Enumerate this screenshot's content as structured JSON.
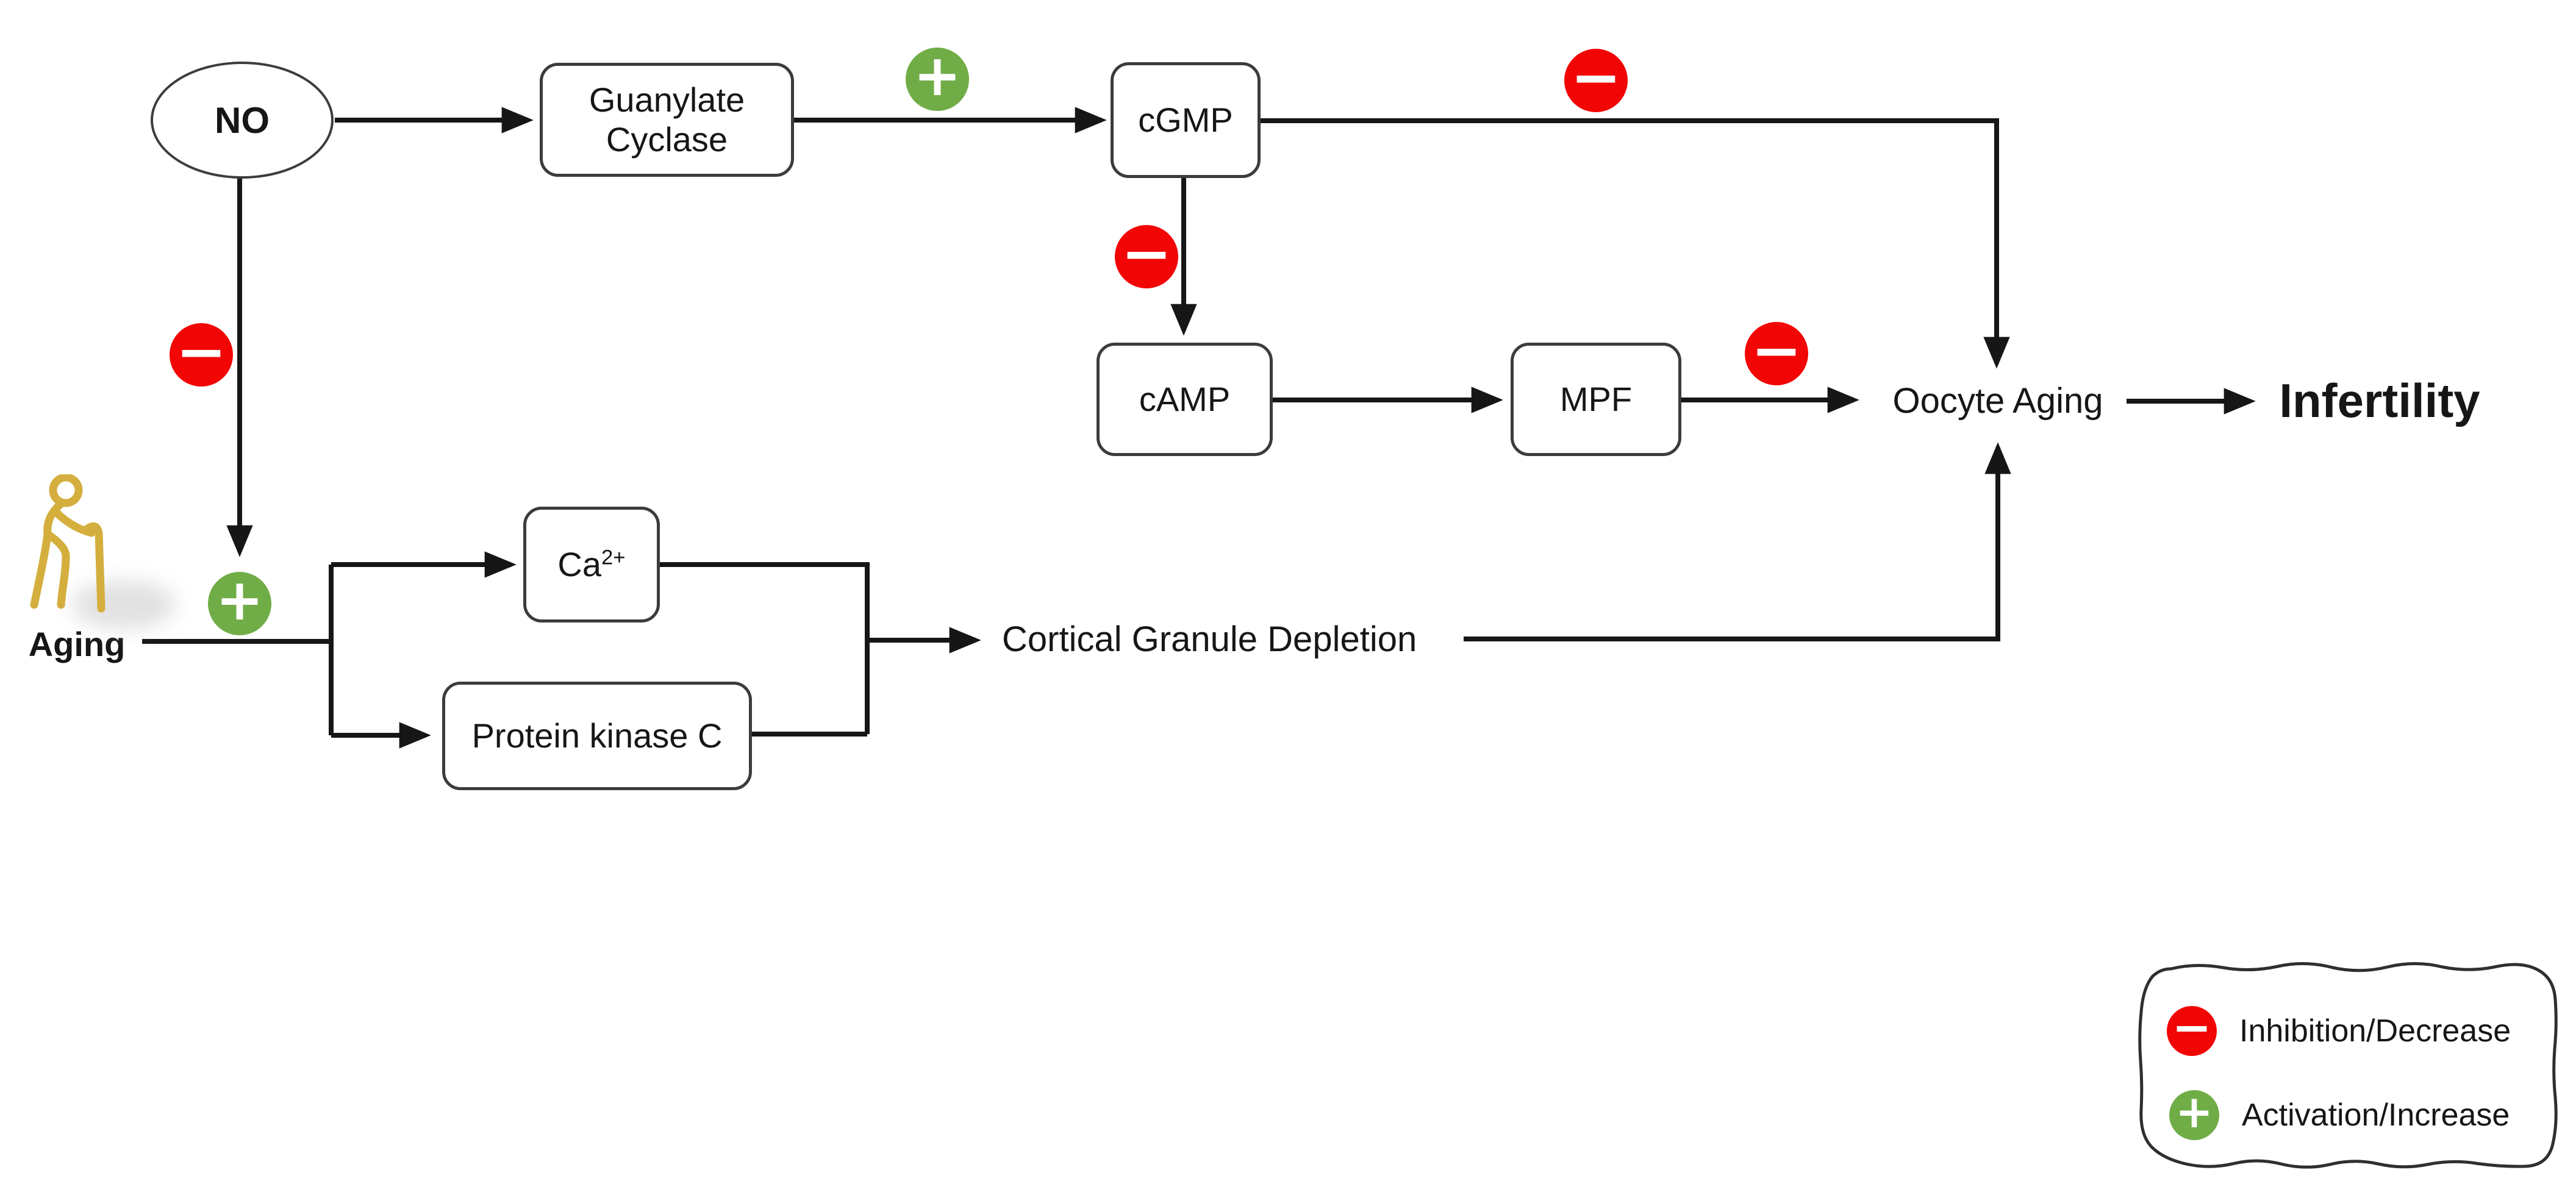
{
  "colors": {
    "inhibition": "#f20505",
    "activation": "#70ad47",
    "person": "#d4af3e",
    "line": "#161616",
    "border": "#3c3c3c",
    "text": "#161616",
    "legend_border": "#2f2f2f"
  },
  "nodes": {
    "no": {
      "label": "NO"
    },
    "guanylate": {
      "label": "Guanylate Cyclase"
    },
    "cgmp": {
      "label": "cGMP"
    },
    "camp": {
      "label": "cAMP"
    },
    "mpf": {
      "label": "MPF"
    },
    "ca": {
      "base": "Ca",
      "sup": "2+"
    },
    "pkc": {
      "label": "Protein kinase C"
    },
    "cortical": {
      "label": "Cortical Granule Depletion"
    },
    "oocyte": {
      "label": "Oocyte Aging"
    },
    "infertility": {
      "label": "Infertility"
    },
    "aging": {
      "label": "Aging"
    }
  },
  "icons": {
    "minus_glyph": "−",
    "plus_glyph": "+",
    "person_icon": "elderly-person-with-cane"
  },
  "legend": {
    "items": [
      {
        "symbol": "minus-icon",
        "label": "Inhibition/Decrease"
      },
      {
        "symbol": "plus-icon",
        "label": "Activation/Increase"
      }
    ]
  }
}
